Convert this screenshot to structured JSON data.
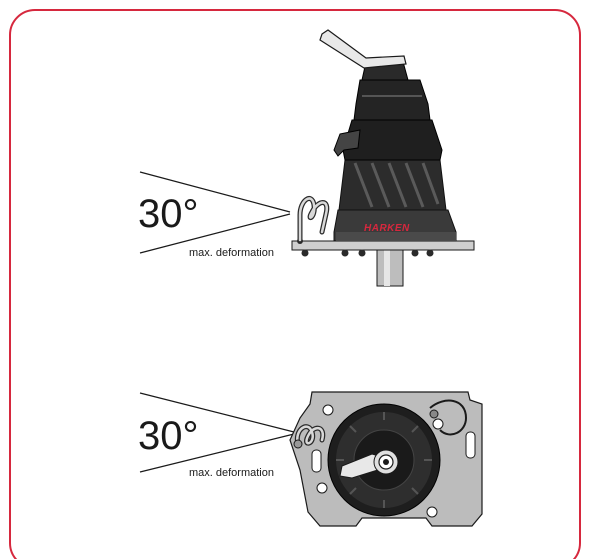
{
  "colors": {
    "frame": "#d6283e",
    "brand": "#d6283e",
    "winch_dark": "#222222",
    "plate": "#b9b9b9",
    "ink": "#1a1a1a"
  },
  "side_view": {
    "angle_text": "30°",
    "note_text": "max. deformation",
    "brand_text": "HARKEN"
  },
  "top_view": {
    "angle_text": "30°",
    "note_text": "max. deformation"
  }
}
